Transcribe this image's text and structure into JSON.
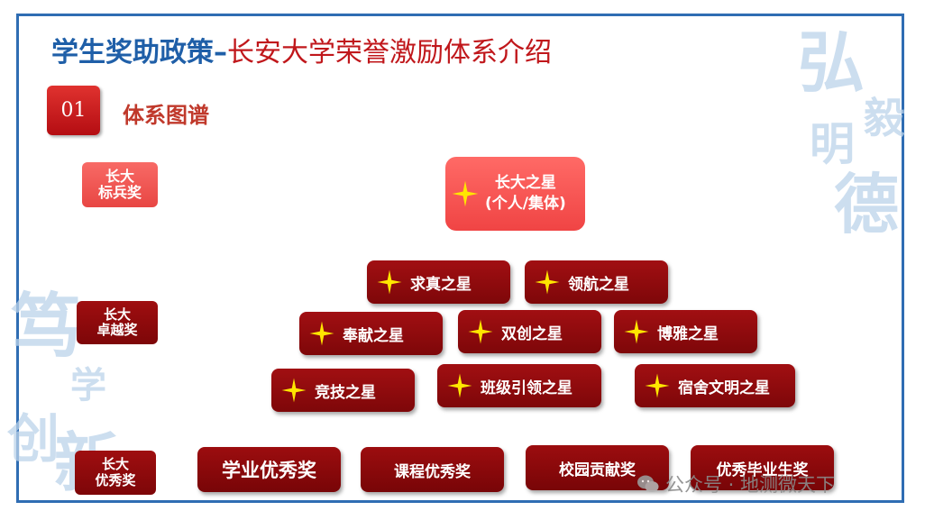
{
  "header": {
    "title_blue": "学生奖助政策",
    "title_dash": "–",
    "title_red": "长安大学荣誉激励体系介绍",
    "section_number": "01",
    "section_title": "体系图谱"
  },
  "calligraphy": {
    "right_chars": [
      "弘",
      "毅",
      "明",
      "德"
    ],
    "left_chars": [
      "笃",
      "学",
      "创",
      "新"
    ]
  },
  "left_awards": [
    {
      "line1": "长大",
      "line2": "标兵奖"
    },
    {
      "line1": "长大",
      "line2": "卓越奖"
    },
    {
      "line1": "长大",
      "line2": "优秀奖"
    }
  ],
  "top_star": {
    "line1": "长大之星",
    "line2": "(个人/集体)"
  },
  "stars_row1": [
    "求真之星",
    "领航之星"
  ],
  "stars_row2": [
    "奉献之星",
    "双创之星",
    "博雅之星"
  ],
  "stars_row3": [
    "竞技之星",
    "班级引领之星",
    "宿舍文明之星"
  ],
  "categories": [
    "学业优秀奖",
    "课程优秀奖",
    "校园贡献奖",
    "优秀毕业生奖"
  ],
  "watermark": {
    "text": "公众号 · 地测微天下"
  },
  "colors": {
    "accent_blue": "#1f5fa8",
    "accent_red": "#c0171b",
    "star_yellow": "#ffe600"
  }
}
